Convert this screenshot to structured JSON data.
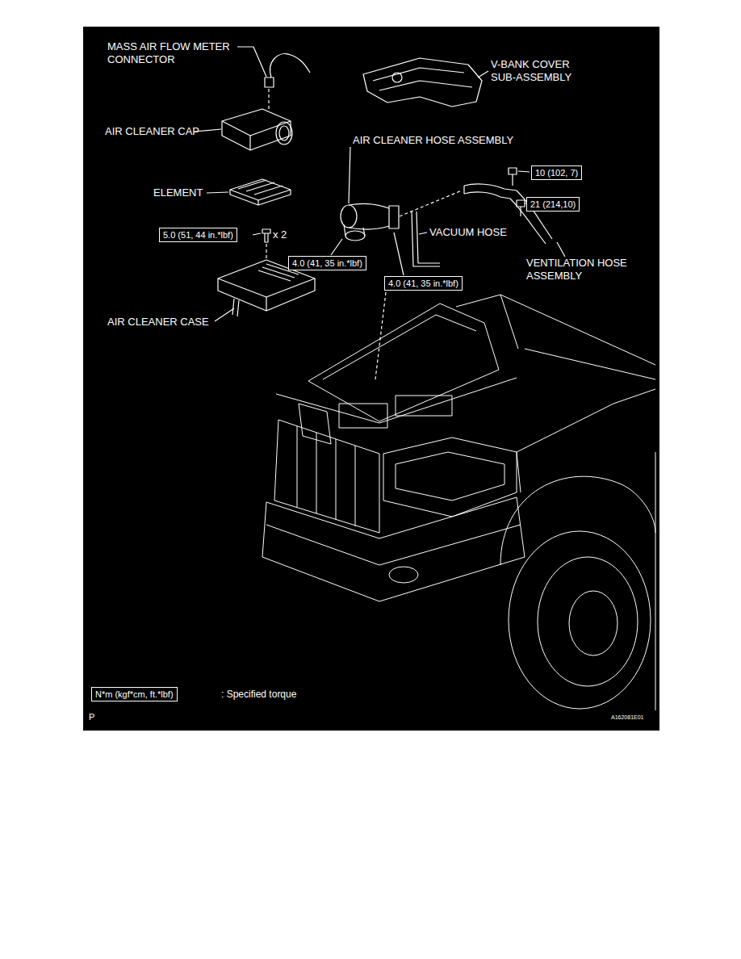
{
  "diagram": {
    "nodes": [
      {
        "text": [
          "10 (102, 7)"
        ]
      },
      {
        "text": [
          "21 (214,10)"
        ]
      },
      {
        "text": [
          "5.0 (51, 44 in.*lbf)"
        ]
      },
      {
        "text": [
          "4.0 (41, 35 in.*lbf)"
        ]
      },
      {
        "text": [
          "4.0 (41, 35 in.*lbf)"
        ]
      },
      {
        "text": [
          "N*m (kgf*cm, ft.*lbf)"
        ]
      }
    ],
    "labels": [
      "MASS AIR FLOW METER CONNECTOR",
      "V-BANK COVER SUB-ASSEMBLY",
      "AIR CLEANER CAP",
      "AIR CLEANER HOSE ASSEMBLY",
      "ELEMENT",
      "x 2",
      "VACUUM HOSE",
      "VENTILATION HOSE ASSEMBLY",
      "AIR CLEANER CASE",
      ": Specified torque",
      "P",
      "A162081E01"
    ]
  }
}
